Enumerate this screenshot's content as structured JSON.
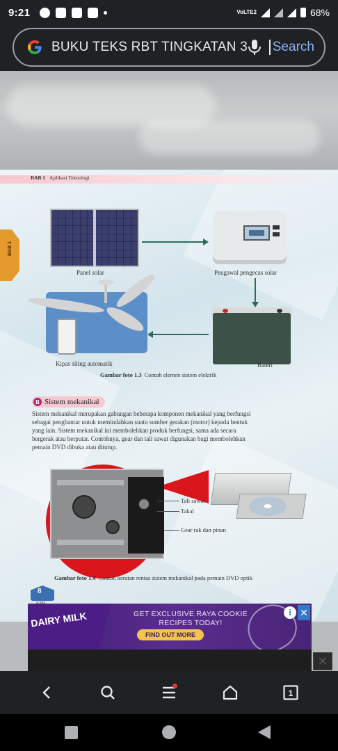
{
  "status_bar": {
    "time": "9:21",
    "network_label": "VoLTE2",
    "battery_percent": "68%"
  },
  "search": {
    "query": "BUKU TEKS RBT TINGKATAN 3",
    "button_label": "Search"
  },
  "page": {
    "chapter_number": "BAB 1",
    "chapter_title": "Aplikasi Teknologi",
    "side_tab": "BAB 1",
    "figure_1_3": {
      "labels": {
        "solar_panel": "Panel solar",
        "controller": "Pengawal pengecas solar",
        "fan": "Kipas siling automatik",
        "battery": "Bateri"
      },
      "caption_number": "Gambar foto 1.3",
      "caption_text": "Contoh elemen sistem elektrik"
    },
    "section": {
      "letter": "B",
      "title": "Sistem mekanikal",
      "body_lines": [
        "Sistem mekanikal merupakan gabungan beberapa komponen mekanikal yang berfungsi",
        "sebagai penghantar untuk memindahkan suatu sumber gerakan (motor) kepada bentuk",
        "yang lain. Sistem mekanikal ini membolehkan produk berfungsi, sama ada secara",
        "bergerak atau berputar. Contohnya, gear dan tali sawat digunakan bagi membolehkan",
        "pemain DVD dibuka atau ditutup."
      ]
    },
    "figure_1_4": {
      "labels": {
        "belt": "Tali sawat",
        "pulley": "Takal",
        "rack_pinion": "Gear rak dan pinan"
      },
      "caption_number": "Gambar foto 1.4",
      "caption_text": "Contoh keratan rentas sistem mekanikal pada pemain DVD optik"
    },
    "page_number": "8",
    "publisher": "KPM"
  },
  "ad": {
    "brand": "DAIRY MILK",
    "headline_1": "GET EXCLUSIVE RAYA COOKIE",
    "headline_2": "RECIPES TODAY!",
    "cta": "FIND OUT MORE",
    "info_icon": "i",
    "close_icon": "✕"
  },
  "dismiss_icon": "✕",
  "browser_bar": {
    "tab_count": "1"
  },
  "colors": {
    "accent_blue": "#8ab4f8",
    "ad_purple": "#4a2478",
    "ad_cta_yellow": "#f4c34b",
    "menu_dot_red": "#e53935",
    "arrow_green": "#2e6b5a",
    "section_pink": "#f6c9d2"
  }
}
